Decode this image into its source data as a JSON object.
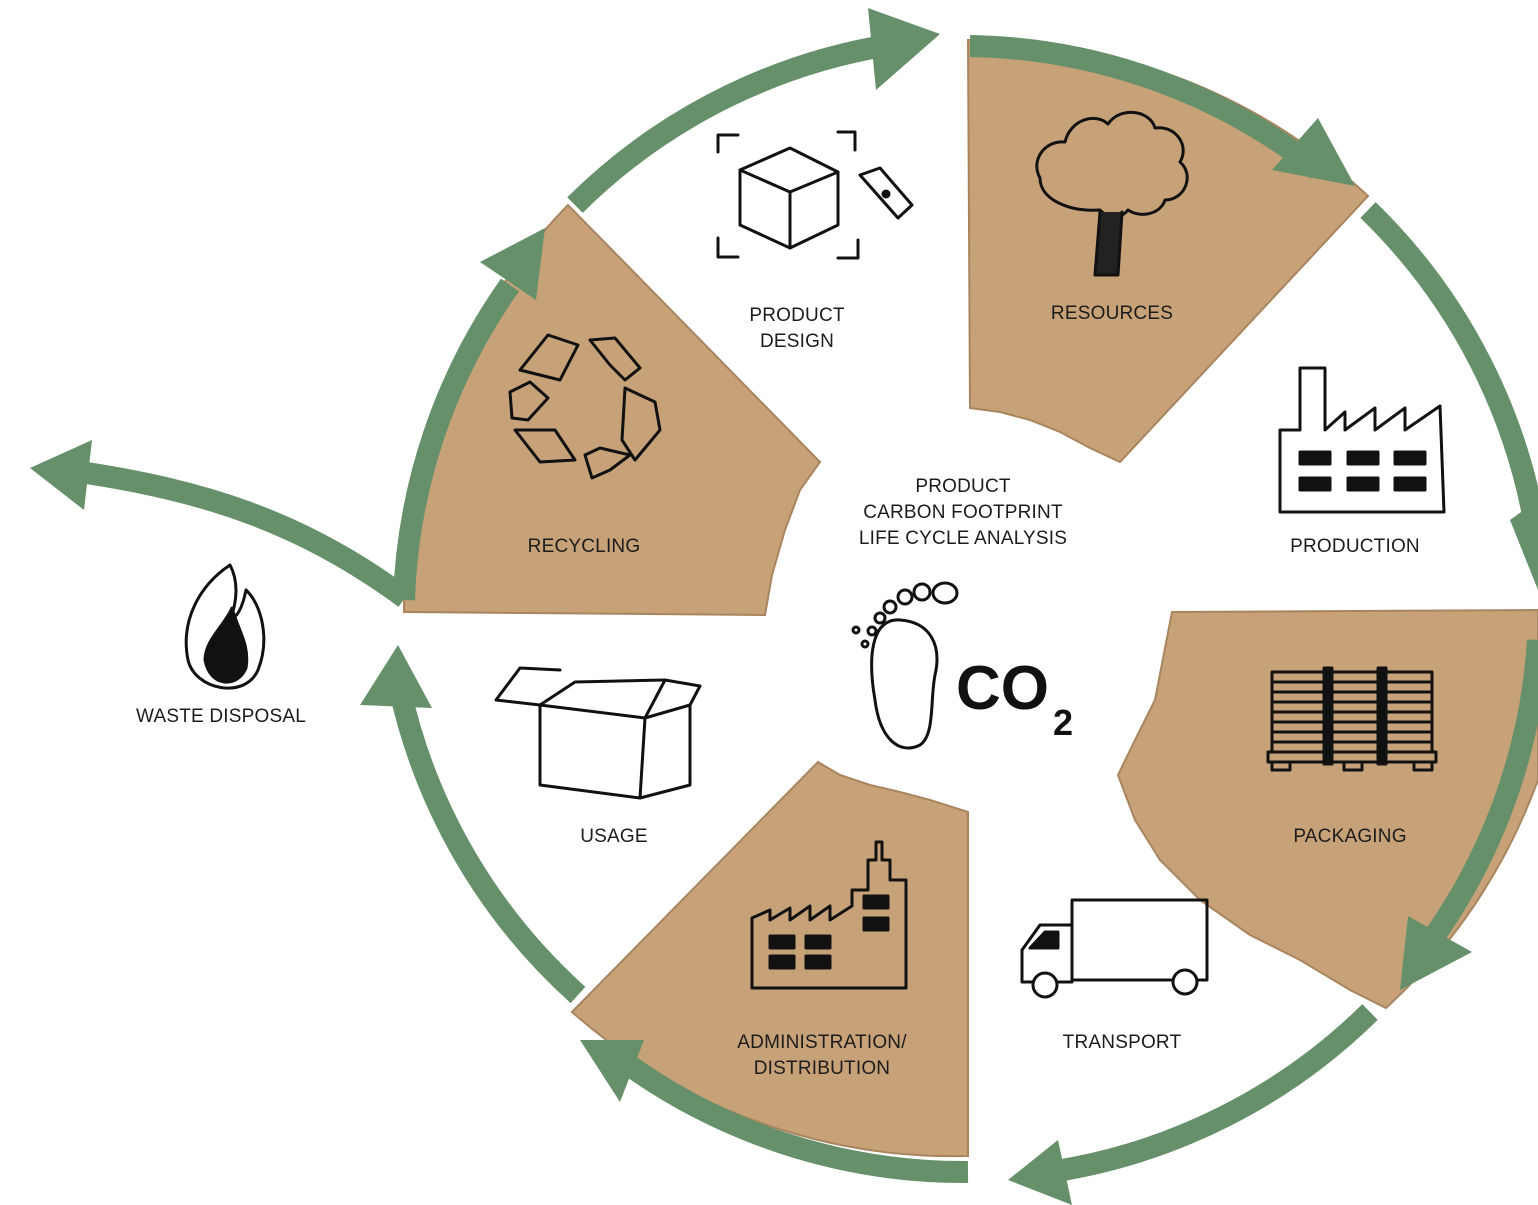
{
  "colors": {
    "arrow": "#66906a",
    "cardboard": "#c7a279",
    "cardboard_edge": "#a8855e",
    "ink": "#111111",
    "background": "#ffffff"
  },
  "center": {
    "lines": [
      "PRODUCT",
      "CARBON FOOTPRINT",
      "LIFE CYCLE ANALYSIS"
    ],
    "co2_main": "CO",
    "co2_sub": "2"
  },
  "stages": {
    "product_design": [
      "PRODUCT",
      "DESIGN"
    ],
    "resources": [
      "RESOURCES"
    ],
    "production": [
      "PRODUCTION"
    ],
    "packaging": [
      "PACKAGING"
    ],
    "transport": [
      "TRANSPORT"
    ],
    "administration": [
      "ADMINISTRATION/",
      "DISTRIBUTION"
    ],
    "usage": [
      "USAGE"
    ],
    "recycling": [
      "RECYCLING"
    ],
    "waste_disposal": [
      "WASTE DISPOSAL"
    ]
  },
  "icons": {
    "product_design": "cube-with-pen-icon",
    "resources": "tree-icon",
    "production": "factory-icon",
    "packaging": "pallet-icon",
    "transport": "truck-icon",
    "administration": "office-building-icon",
    "usage": "open-box-icon",
    "recycling": "recycle-icon",
    "waste_disposal": "flame-icon",
    "center": "footprint-icon"
  }
}
